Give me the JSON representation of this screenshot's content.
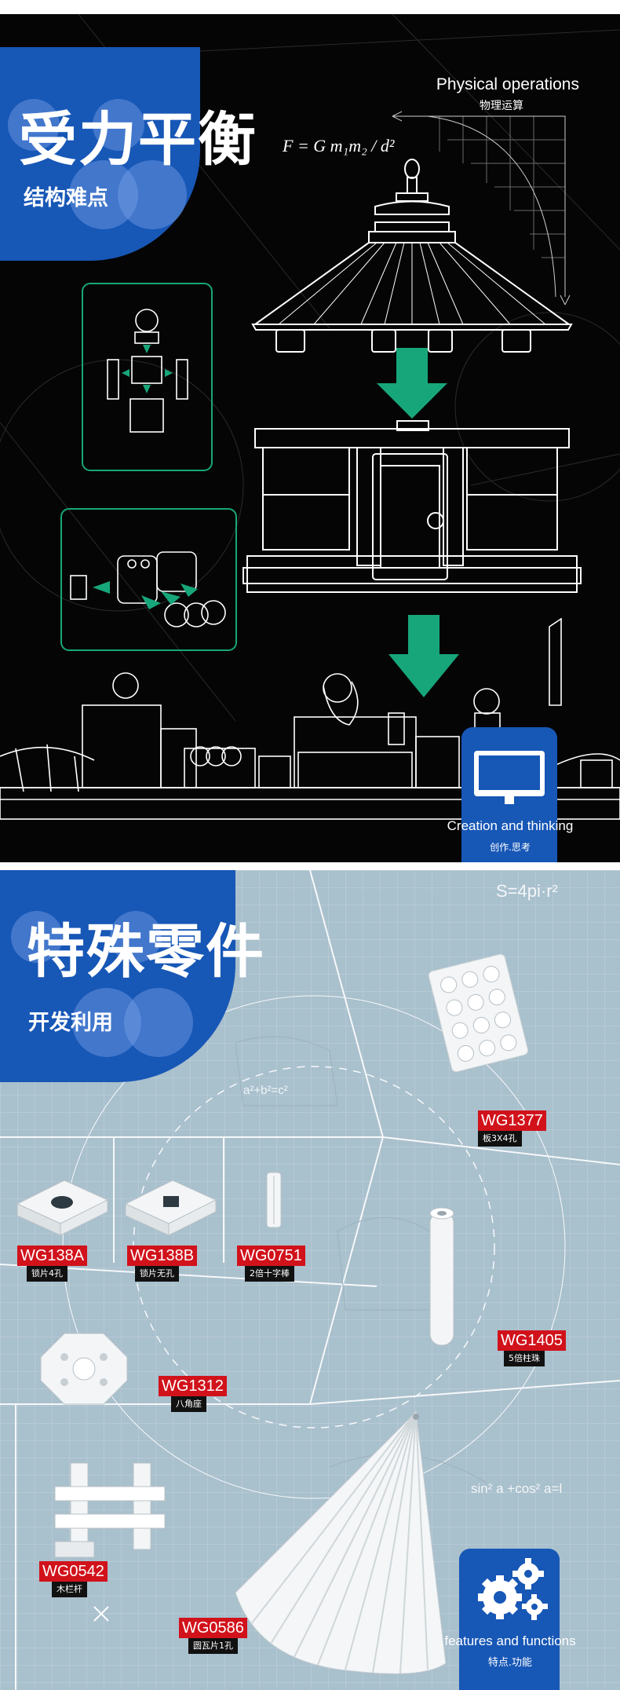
{
  "section1": {
    "title": "受力平衡",
    "subtitle": "结构难点",
    "physical_en": "Physical operations",
    "physical_cn": "物理运算",
    "formula": "F = G m₁m₂ / d²",
    "badge_en": "Creation and thinking",
    "badge_cn": "创作.思考",
    "badge_icon": "monitor-icon"
  },
  "section2": {
    "title": "特殊零件",
    "subtitle": "开发利用",
    "formula_sphere": "S=4pi·r²",
    "formula_pyth": "a²+b²=c²",
    "formula_trig": "sin² a +cos² a=l",
    "badge_en": "features and functions",
    "badge_cn": "特点.功能",
    "badge_icon": "gears-icon",
    "parts": [
      {
        "code": "WG1377",
        "desc": "板3X4孔"
      },
      {
        "code": "WG138A",
        "desc": "锁片4孔"
      },
      {
        "code": "WG138B",
        "desc": "锁片无孔"
      },
      {
        "code": "WG0751",
        "desc": "2倍十字棒"
      },
      {
        "code": "WG1405",
        "desc": "5倍柱珠"
      },
      {
        "code": "WG1312",
        "desc": "八角座"
      },
      {
        "code": "WG0542",
        "desc": "木栏杆"
      },
      {
        "code": "WG0586",
        "desc": "圆瓦片1孔"
      }
    ]
  },
  "colors": {
    "brand_blue": "#1757b6",
    "accent_green": "#17a67a",
    "code_red": "#d1121b",
    "bg_dark": "#050505",
    "bg_blueprint": "#a9c0cd"
  }
}
